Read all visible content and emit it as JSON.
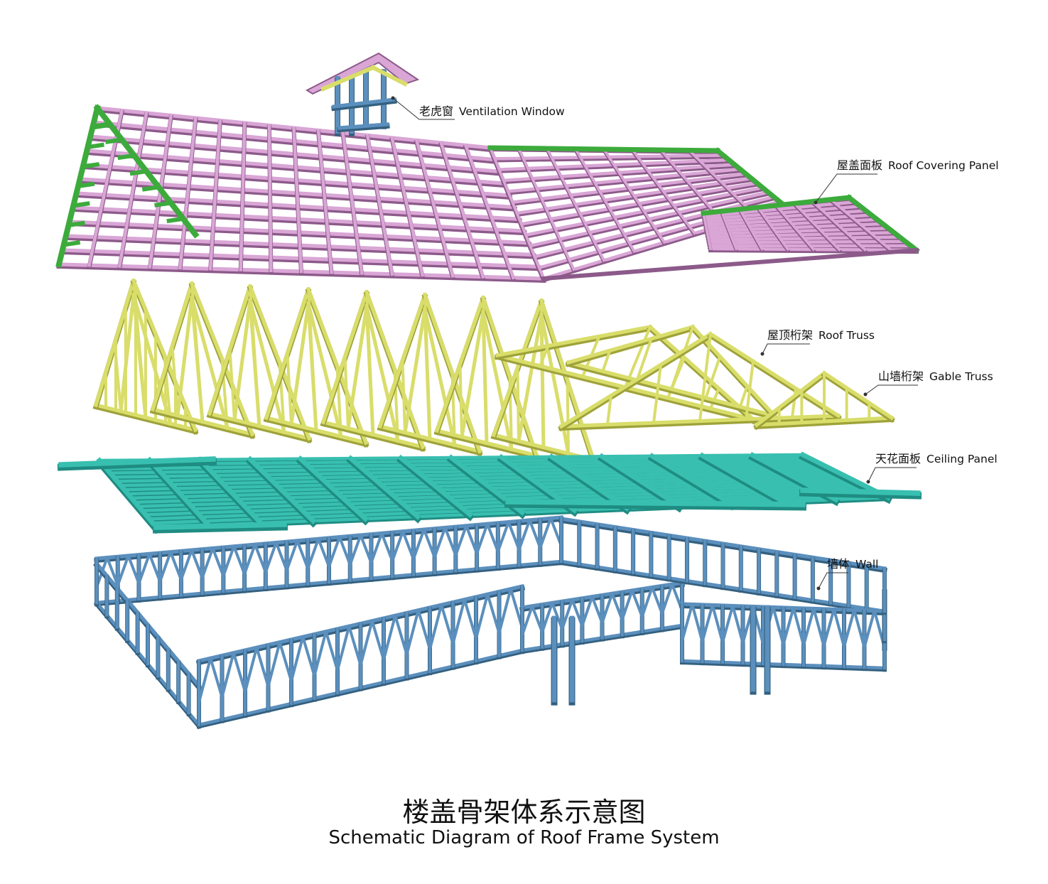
{
  "colors": {
    "roof_panel": "#d9a6d6",
    "roof_panel_dark": "#8c5a8a",
    "roof_edge_green": "#3cab3c",
    "truss": "#d9dd6a",
    "truss_dark": "#9ea23a",
    "ceiling": "#38bfb0",
    "ceiling_dark": "#1f8c82",
    "wall": "#5b8fbd",
    "wall_dark": "#34607f",
    "leader": "#333333"
  },
  "labels": {
    "ventilation_window": {
      "cn": "老虎窗",
      "en": "Ventilation Window"
    },
    "roof_covering_panel": {
      "cn": "屋盖面板",
      "en": "Roof Covering Panel"
    },
    "roof_truss": {
      "cn": "屋顶桁架",
      "en": "Roof Truss"
    },
    "gable_truss": {
      "cn": "山墙桁架",
      "en": "Gable Truss"
    },
    "ceiling_panel": {
      "cn": "天花面板",
      "en": "Ceiling Panel"
    },
    "wall": {
      "cn": "墙体",
      "en": "Wall"
    }
  },
  "caption": {
    "cn": "楼盖骨架体系示意图",
    "en": "Schematic Diagram of Roof Frame System"
  }
}
